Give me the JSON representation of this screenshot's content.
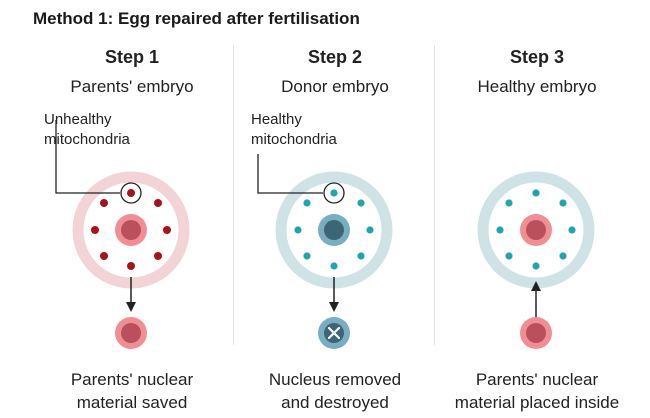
{
  "title": "Method 1: Egg repaired after fertilisation",
  "steps": [
    {
      "heading": "Step 1",
      "subtitle": "Parents' embryo",
      "callout": "Unhealthy\nmitochondria",
      "caption": "Parents' nuclear\nmaterial saved"
    },
    {
      "heading": "Step 2",
      "subtitle": "Donor embryo",
      "callout": "Healthy\nmitochondria",
      "caption": "Nucleus removed\nand destroyed"
    },
    {
      "heading": "Step 3",
      "subtitle": "Healthy embryo",
      "callout": "",
      "caption": "Parents' nuclear\nmaterial placed inside"
    }
  ],
  "colors": {
    "unhealthy_ring": "#f2d4d6",
    "healthy_ring": "#cfe3e7",
    "unhealthy_dot": "#a8121f",
    "healthy_dot": "#1fa7a8",
    "parent_nucleus_outer": "#ef8f95",
    "parent_nucleus_inner": "#b9505b",
    "donor_nucleus_outer": "#78aec0",
    "donor_nucleus_inner": "#3c6575",
    "arrow": "#222222"
  },
  "icons": {
    "destroyed": "cross-icon"
  }
}
